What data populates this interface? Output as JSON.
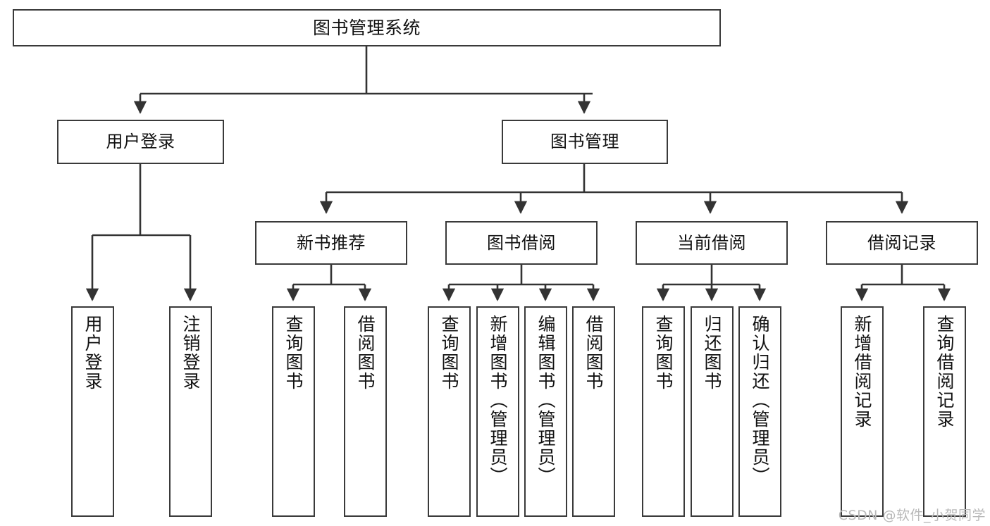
{
  "diagram": {
    "type": "tree",
    "title": "图书管理系统",
    "style": {
      "background": "#ffffff",
      "box_border": "#3a3a3a",
      "box_fill": "#ffffff",
      "text": "#111111",
      "edge": "#333333"
    },
    "nodes": {
      "root": {
        "label": "图书管理系统",
        "orientation": "horizontal"
      },
      "l2": [
        {
          "label": "用户登录",
          "orientation": "horizontal"
        },
        {
          "label": "图书管理",
          "orientation": "horizontal"
        }
      ],
      "l3": [
        {
          "label": "新书推荐",
          "orientation": "horizontal"
        },
        {
          "label": "图书借阅",
          "orientation": "horizontal"
        },
        {
          "label": "当前借阅",
          "orientation": "horizontal"
        },
        {
          "label": "借阅记录",
          "orientation": "horizontal"
        }
      ],
      "leaves_user_login": [
        {
          "label": "用户登录",
          "orientation": "vertical"
        },
        {
          "label": "注销登录",
          "orientation": "vertical"
        }
      ],
      "leaves_new_book": [
        {
          "label": "查询图书",
          "orientation": "vertical"
        },
        {
          "label": "借阅图书",
          "orientation": "vertical"
        }
      ],
      "leaves_borrow": [
        {
          "label": "查询图书",
          "orientation": "vertical"
        },
        {
          "label": "新增图书（管理员）",
          "orientation": "vertical"
        },
        {
          "label": "编辑图书（管理员）",
          "orientation": "vertical"
        },
        {
          "label": "借阅图书",
          "orientation": "vertical"
        }
      ],
      "leaves_current": [
        {
          "label": "查询图书",
          "orientation": "vertical"
        },
        {
          "label": "归还图书",
          "orientation": "vertical"
        },
        {
          "label": "确认归还（管理员）",
          "orientation": "vertical"
        }
      ],
      "leaves_records": [
        {
          "label": "新增借阅记录",
          "orientation": "vertical"
        },
        {
          "label": "查询借阅记录",
          "orientation": "vertical"
        }
      ]
    }
  },
  "watermark": {
    "text": "CSDN @软件_小贺同学"
  }
}
